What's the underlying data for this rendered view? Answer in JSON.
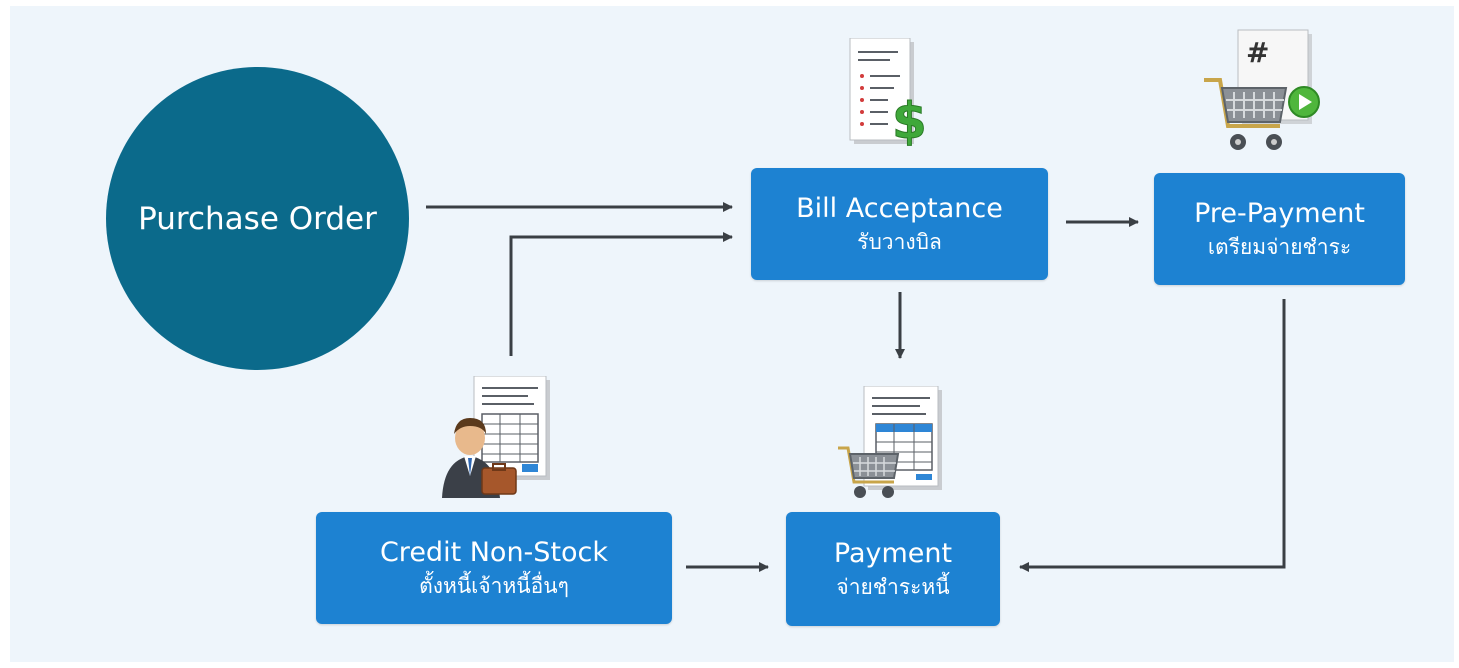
{
  "diagram": {
    "start_node": {
      "label": "Purchase Order"
    },
    "nodes": {
      "bill_acceptance": {
        "en": "Bill Acceptance",
        "th": "รับวางบิล",
        "icon": "bill-dollar-icon"
      },
      "pre_payment": {
        "en": "Pre-Payment",
        "th": "เตรียมจ่ายชำระ",
        "icon": "cart-payment-icon"
      },
      "credit_non_stock": {
        "en": "Credit Non-Stock",
        "th": "ตั้งหนี้เจ้าหนี้อื่นๆ",
        "icon": "businessman-document-icon"
      },
      "payment": {
        "en": "Payment",
        "th": "จ่ายชำระหนี้",
        "icon": "cart-document-icon"
      }
    },
    "edges": [
      {
        "from": "Purchase Order",
        "to": "Bill Acceptance"
      },
      {
        "from": "Credit Non-Stock",
        "to": "Bill Acceptance"
      },
      {
        "from": "Bill Acceptance",
        "to": "Pre-Payment"
      },
      {
        "from": "Bill Acceptance",
        "to": "Payment"
      },
      {
        "from": "Pre-Payment",
        "to": "Payment"
      },
      {
        "from": "Credit Non-Stock",
        "to": "Payment"
      }
    ],
    "colors": {
      "background": "#eef5fb",
      "node": "#1d82d2",
      "start_node": "#0b6a8b",
      "arrow": "#3a3f44"
    }
  }
}
